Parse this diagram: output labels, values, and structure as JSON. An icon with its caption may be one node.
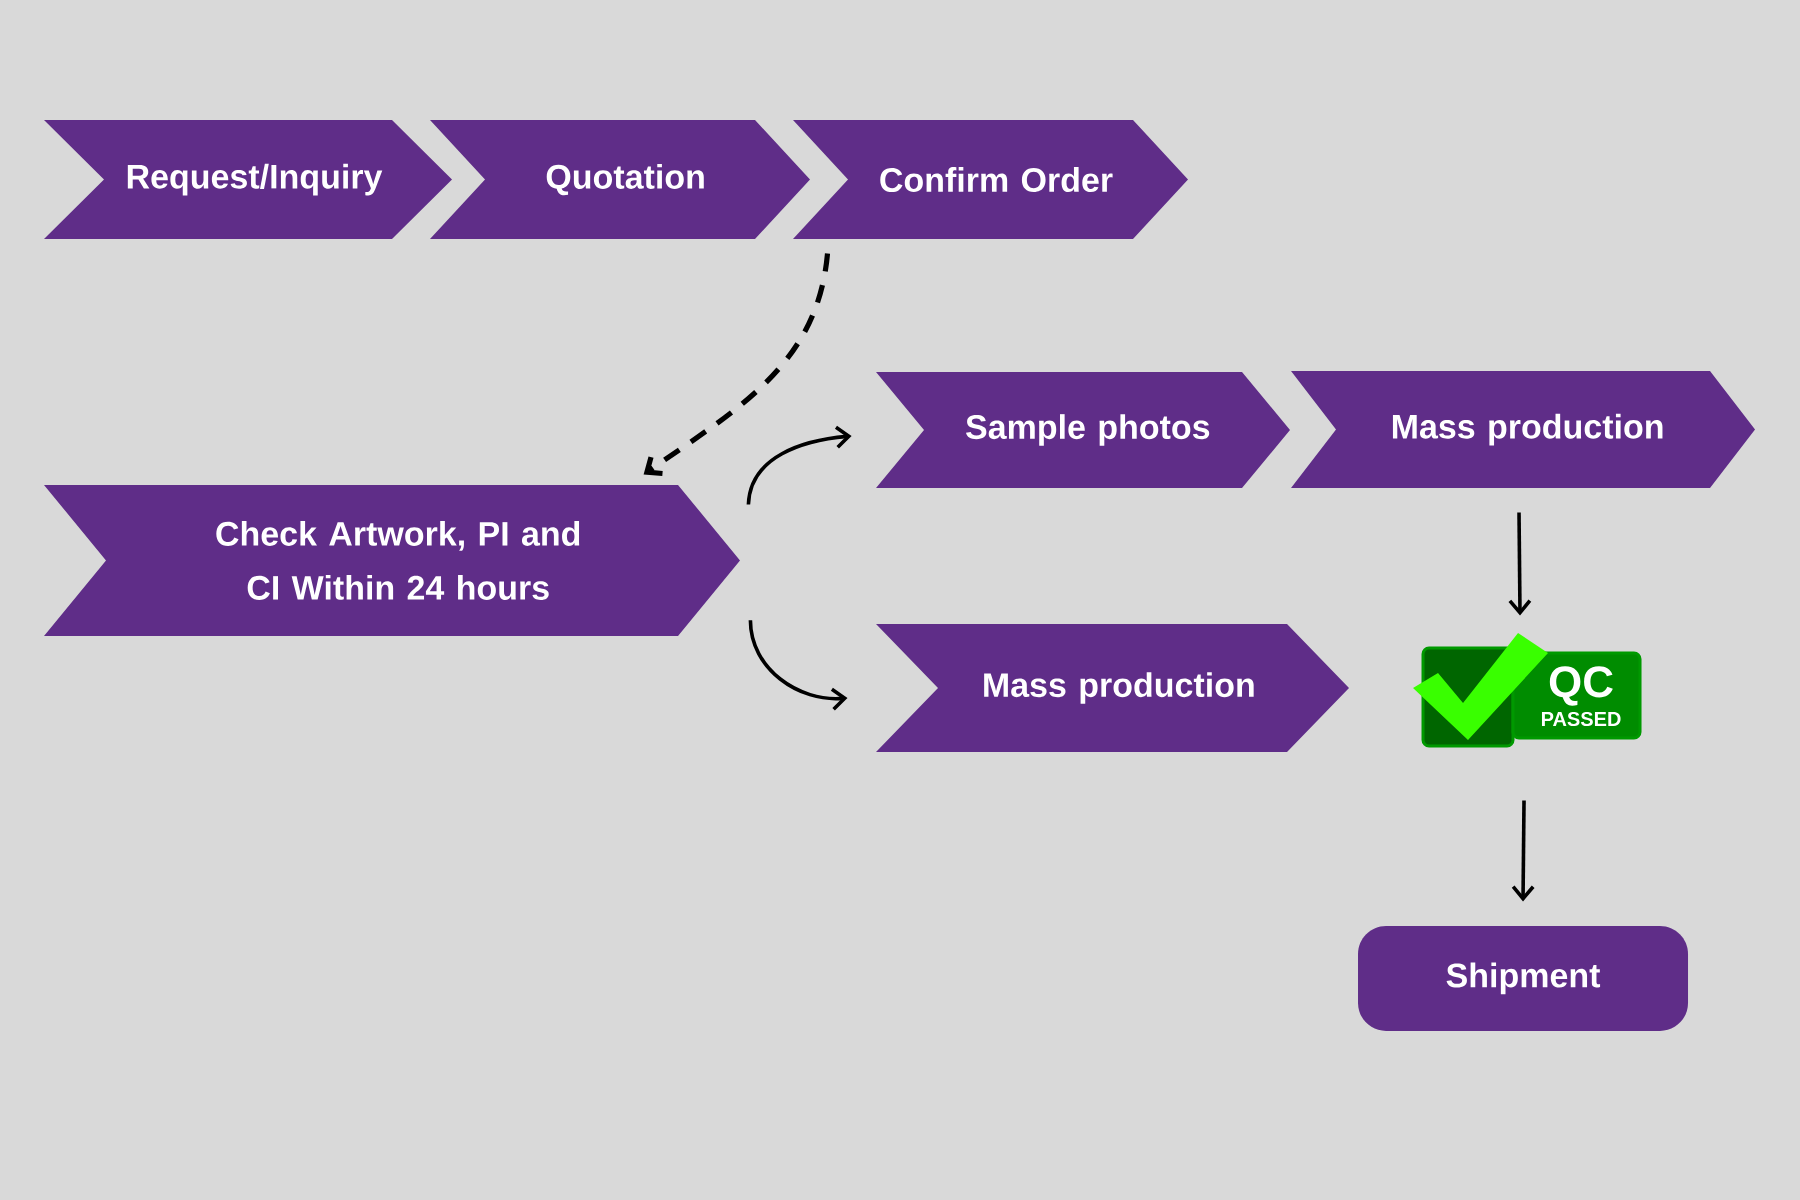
{
  "diagram": {
    "nodes": [
      {
        "text": [
          "Request/Inquiry"
        ]
      },
      {
        "text": [
          "Quotation"
        ]
      },
      {
        "text": [
          "Confirm Order"
        ]
      },
      {
        "text": [
          "Check Artwork, PI and CI Within 24 hours"
        ]
      },
      {
        "text": [
          "Sample photos"
        ]
      },
      {
        "text": [
          "Mass production"
        ]
      },
      {
        "text": [
          "Mass production"
        ]
      },
      {
        "text": [
          "QC",
          "PASSED"
        ]
      },
      {
        "text": [
          "Shipment"
        ]
      }
    ],
    "edges": [
      {
        "from": 2,
        "to": 3,
        "arrow": "to",
        "style": "dashed"
      },
      {
        "from": 3,
        "to": 4,
        "arrow": "to"
      },
      {
        "from": 3,
        "to": 6,
        "arrow": "to"
      },
      {
        "from": 5,
        "to": 7,
        "arrow": "to"
      },
      {
        "from": 7,
        "to": 8,
        "arrow": "to"
      }
    ]
  }
}
